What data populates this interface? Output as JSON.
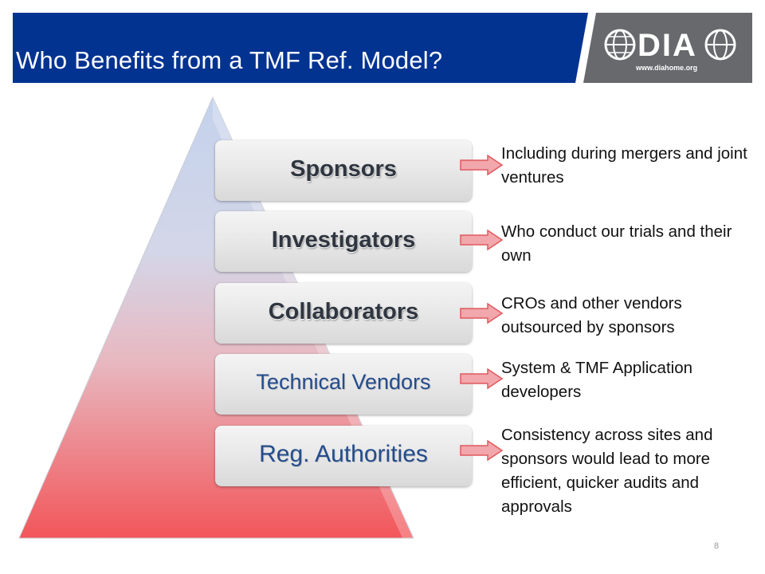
{
  "header": {
    "title": "Who Benefits  from a TMF Ref. Model?",
    "logo_url": "www.diahome.org",
    "colors": {
      "banner": "#023391",
      "logo_panel": "#67696c"
    }
  },
  "pyramid": {
    "colors": {
      "top": "#b8c8e6",
      "bottom": "#f2565a"
    },
    "levels": [
      {
        "label": "Sponsors",
        "description": "Including during mergers and joint ventures"
      },
      {
        "label": "Investigators",
        "description": "Who conduct our trials and their own"
      },
      {
        "label": "Collaborators",
        "description": "CROs and other vendors outsourced by sponsors"
      },
      {
        "label": "Technical Vendors",
        "description": "System & TMF Application developers"
      },
      {
        "label": "Reg. Authorities",
        "description": "Consistency across sites and sponsors would lead to more efficient, quicker audits and approvals"
      }
    ]
  },
  "footer": {
    "page_number": "8"
  }
}
